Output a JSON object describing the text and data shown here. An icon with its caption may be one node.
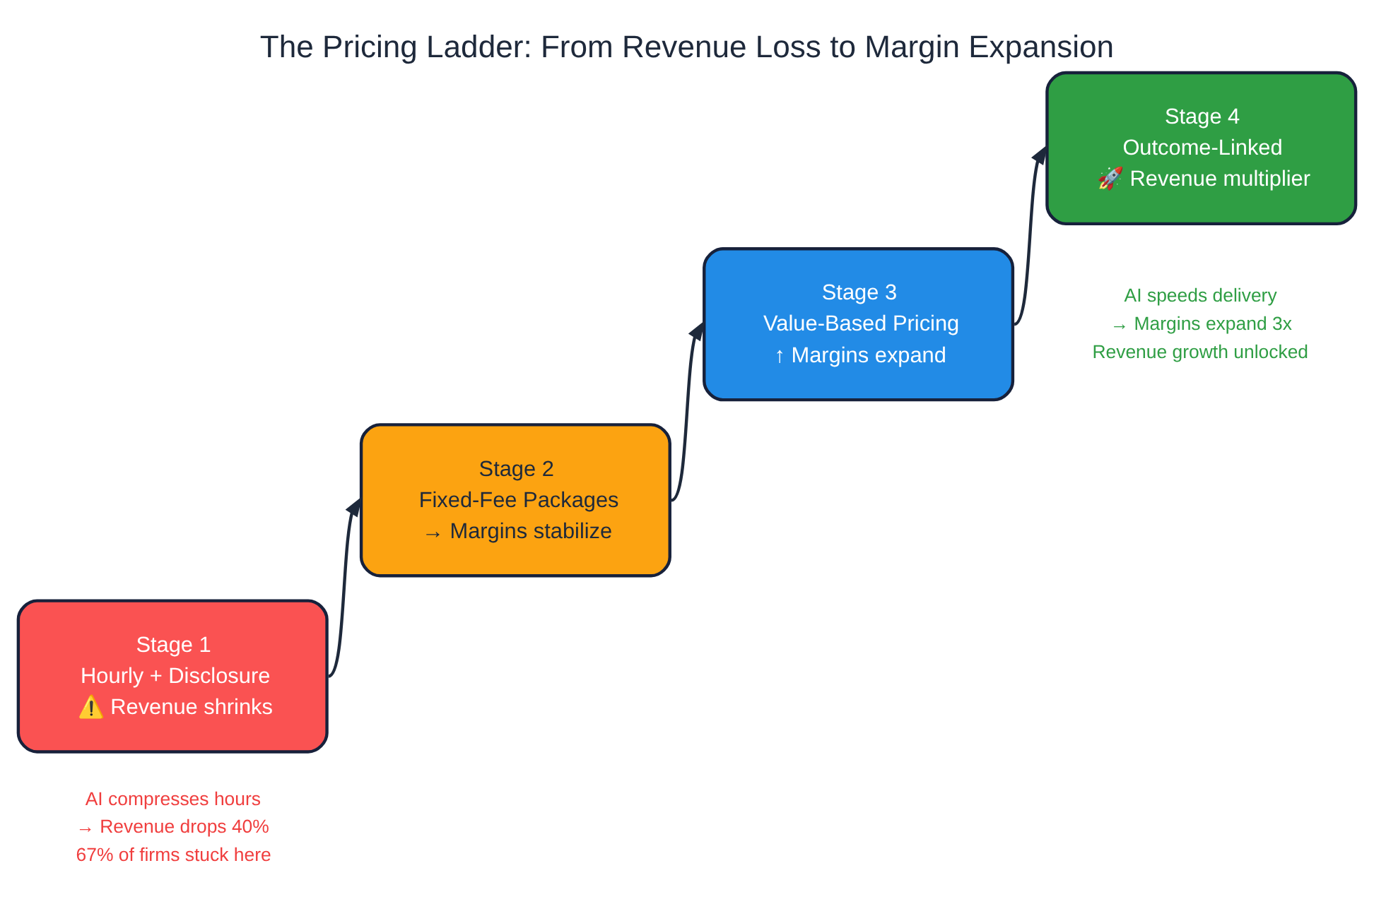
{
  "diagram": {
    "title": "The Pricing Ladder: From Revenue Loss to Margin Expansion",
    "nodes": [
      {
        "text": [
          "Stage 1",
          "Hourly + Disclosure",
          "⚠️ Revenue shrinks"
        ],
        "beside": [
          "AI compresses hours",
          "→ Revenue drops 40%",
          "67% of firms stuck here"
        ]
      },
      {
        "text": [
          "Stage 2",
          "Fixed-Fee Packages",
          "→ Margins stabilize"
        ]
      },
      {
        "text": [
          "Stage 3",
          "Value-Based Pricing",
          "↑ Margins expand"
        ]
      },
      {
        "text": [
          "Stage 4",
          "Outcome-Linked",
          "🚀 Revenue multiplier"
        ],
        "beside": [
          "AI speeds delivery",
          "→ Margins expand 3x",
          "Revenue growth unlocked"
        ]
      }
    ],
    "edges": [
      {
        "from": 0,
        "to": 1,
        "arrow": "to"
      },
      {
        "from": 1,
        "to": 2,
        "arrow": "to"
      },
      {
        "from": 2,
        "to": 3,
        "arrow": "to"
      }
    ]
  }
}
